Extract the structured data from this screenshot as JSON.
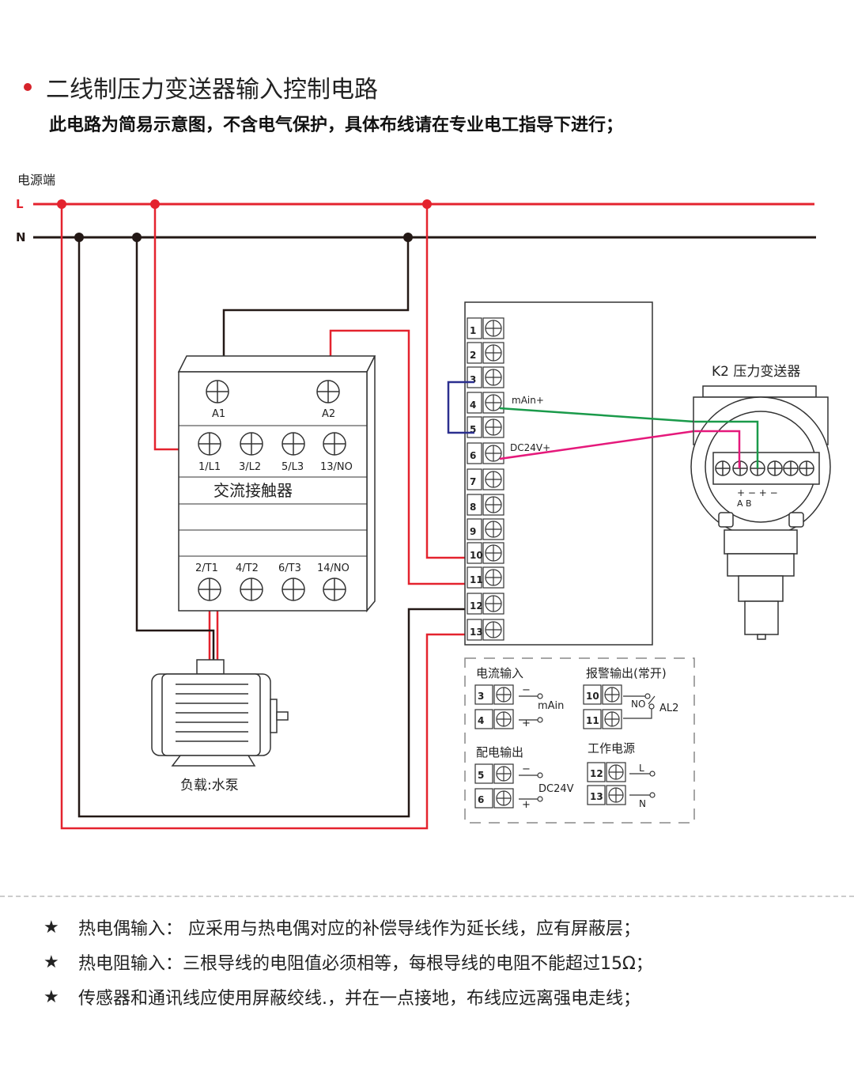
{
  "title": "二线制压力变送器输入控制电路",
  "subtitle": "此电路为简易示意图，不含电气保护，具体布线请在专业电工指导下进行；",
  "power": {
    "label": "电源端",
    "line_l": "L",
    "line_n": "N"
  },
  "contactor": {
    "a1": "A1",
    "a2": "A2",
    "top_terminals": [
      "1/L1",
      "3/L2",
      "5/L3",
      "13/NO"
    ],
    "name": "交流接触器",
    "bottom_terminals": [
      "2/T1",
      "4/T2",
      "6/T3",
      "14/NO"
    ]
  },
  "load": {
    "label": "负载:水泵"
  },
  "controller": {
    "terminals": [
      "1",
      "2",
      "3",
      "4",
      "5",
      "6",
      "7",
      "8",
      "9",
      "10",
      "11",
      "12",
      "13"
    ],
    "label_4": "mAin+",
    "label_6": "DC24V+"
  },
  "transmitter": {
    "label": "K2 压力变送器",
    "pin_signs": "+  −  +  −",
    "pin_letters": "A  B"
  },
  "legend": {
    "current_input": {
      "title": "电流输入",
      "t1": "3",
      "t2": "4",
      "sign1": "−",
      "sign2": "+",
      "label": "mAin"
    },
    "alarm_output": {
      "title": "报警输出(常开)",
      "t1": "10",
      "t2": "11",
      "no": "NO",
      "label": "AL2"
    },
    "power_dist": {
      "title": "配电输出",
      "t1": "5",
      "t2": "6",
      "sign1": "−",
      "sign2": "+",
      "label": "DC24V"
    },
    "work_power": {
      "title": "工作电源",
      "t1": "12",
      "t2": "13",
      "l": "L",
      "n": "N"
    }
  },
  "notes": [
    {
      "star": "★",
      "text": "热电偶输入： 应采用与热电偶对应的补偿导线作为延长线，应有屏蔽层；"
    },
    {
      "star": "★",
      "text": "热电阻输入：三根导线的电阻值必须相等，每根导线的电阻不能超过15Ω；"
    },
    {
      "star": "★",
      "text": "传感器和通讯线应使用屏蔽绞线.，并在一点接地，布线应远离强电走线；"
    }
  ],
  "colors": {
    "red": "#e4232e",
    "black": "#231815",
    "green": "#1a9a4a",
    "magenta": "#e5197b",
    "blue": "#2b2f8f"
  }
}
